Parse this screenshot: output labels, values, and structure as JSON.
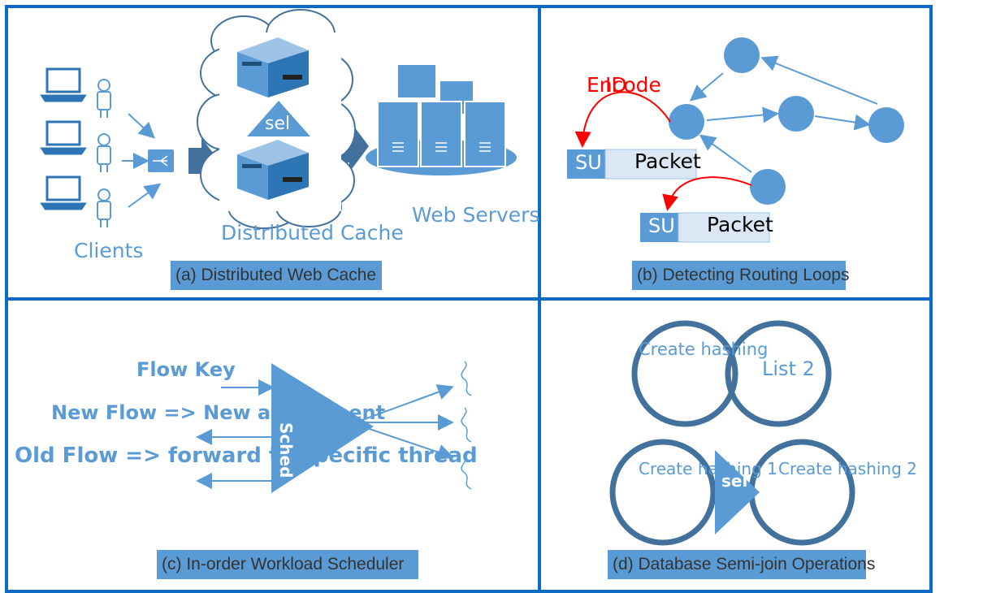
{
  "panel_a": {
    "clients_label": "Clients",
    "cache_label": "Distributed Cache",
    "servers_label": "Web Servers",
    "select_label": "sel",
    "caption": "(a) Distributed Web Cache"
  },
  "panel_b": {
    "id_label": "ID",
    "encode_label": "Encode",
    "su1_label": "SU",
    "su2_label": "SU",
    "packet1_label": "Packet",
    "packet2_label": "Packet",
    "caption": "(b) Detecting Routing Loops"
  },
  "panel_c": {
    "flow_key": "Flow Key",
    "new_flow": "New Flow => New assignment",
    "old_flow": "Old Flow => forward to specific thread",
    "scheduler_label": "Sched",
    "caption": "(c) In-order Workload Scheduler"
  },
  "panel_d": {
    "list1_label": "Create hashing",
    "list2_label": "List 2",
    "result1_label": "Create hashing 1",
    "result2_label": "Create hashing 2",
    "sel_label": "sel",
    "caption": "(d) Database Semi-join Operations"
  },
  "colors": {
    "frame": "#0c6cc4",
    "accent": "#5b9bd5",
    "ring": "#41719c",
    "arrow_red": "#ff0000"
  }
}
